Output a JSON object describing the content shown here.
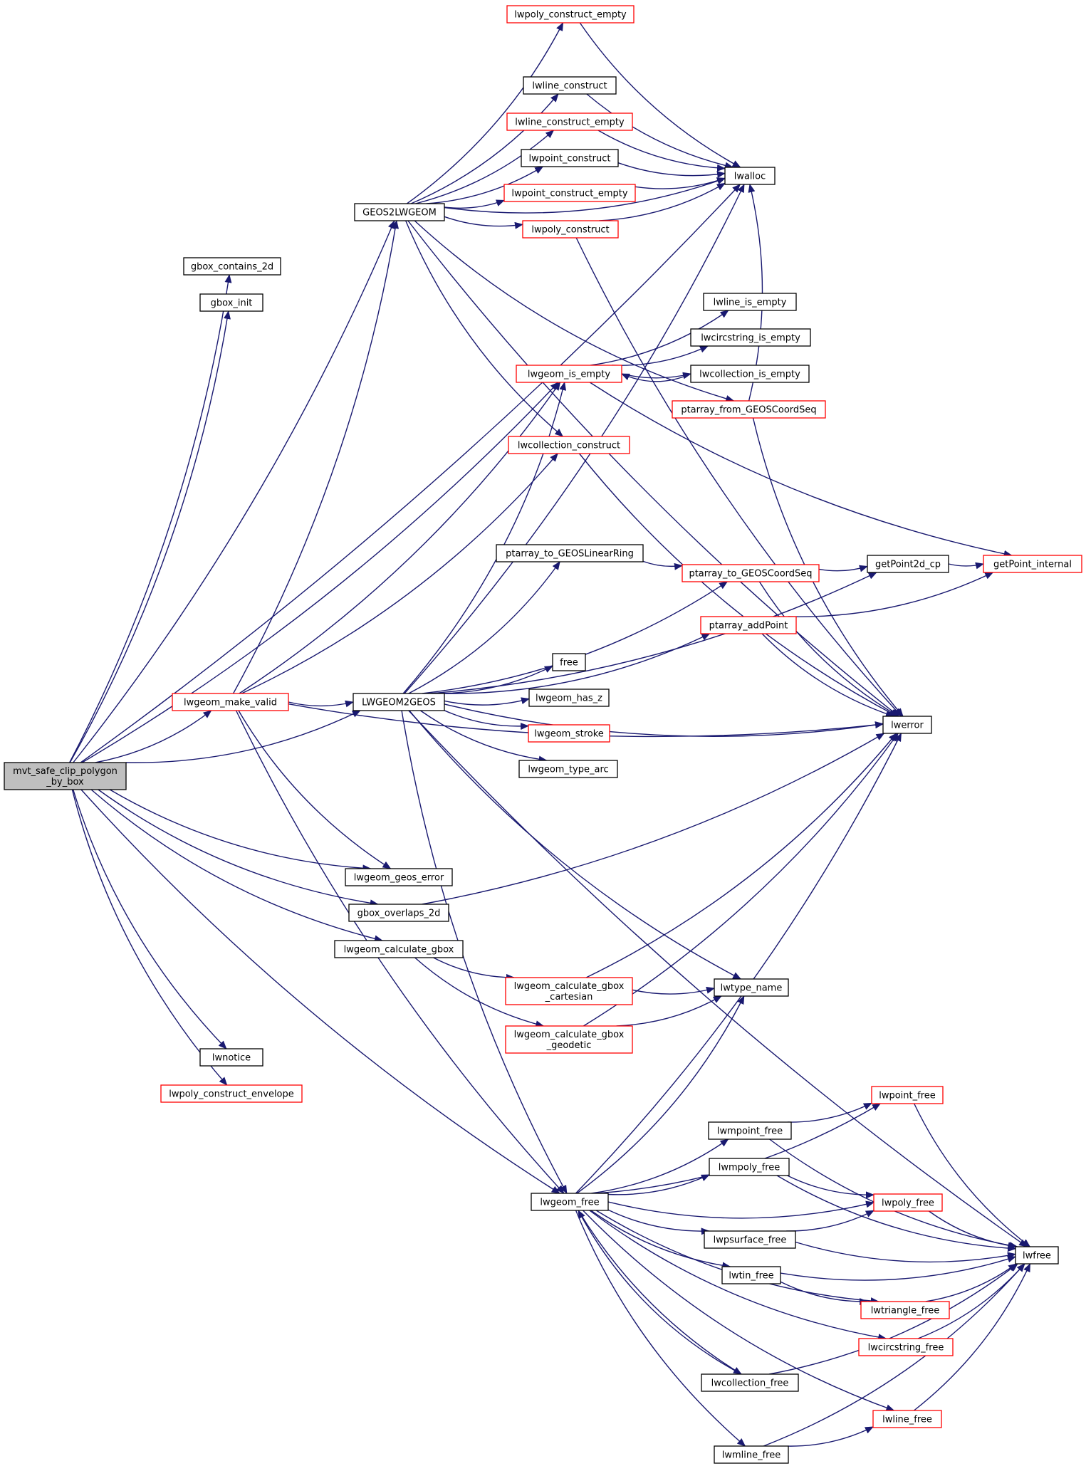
{
  "colors": {
    "edge": "#191970",
    "node_normal_border": "#000000",
    "node_truncated_border": "#ff0000",
    "root_fill": "#bfbfbf",
    "node_fill": "#ffffff"
  },
  "nodes": {
    "mvt_safe_clip": {
      "lines": [
        "mvt_safe_clip_polygon",
        "_by_box"
      ],
      "style": "root"
    },
    "gbox_contains_2d": {
      "lines": [
        "gbox_contains_2d"
      ],
      "style": "normal"
    },
    "gbox_init": {
      "lines": [
        "gbox_init"
      ],
      "style": "normal"
    },
    "GEOS2LWGEOM": {
      "lines": [
        "GEOS2LWGEOM"
      ],
      "style": "normal"
    },
    "lwgeom_make_valid": {
      "lines": [
        "lwgeom_make_valid"
      ],
      "style": "truncated"
    },
    "LWGEOM2GEOS": {
      "lines": [
        "LWGEOM2GEOS"
      ],
      "style": "normal"
    },
    "lwgeom_geos_error": {
      "lines": [
        "lwgeom_geos_error"
      ],
      "style": "normal"
    },
    "gbox_overlaps_2d": {
      "lines": [
        "gbox_overlaps_2d"
      ],
      "style": "normal"
    },
    "lwgeom_calculate_gbox": {
      "lines": [
        "lwgeom_calculate_gbox"
      ],
      "style": "normal"
    },
    "lwnotice": {
      "lines": [
        "lwnotice"
      ],
      "style": "normal"
    },
    "lwpoly_construct_envelope": {
      "lines": [
        "lwpoly_construct_envelope"
      ],
      "style": "truncated"
    },
    "lwpoly_construct_empty": {
      "lines": [
        "lwpoly_construct_empty"
      ],
      "style": "truncated"
    },
    "lwline_construct": {
      "lines": [
        "lwline_construct"
      ],
      "style": "normal"
    },
    "lwline_construct_empty": {
      "lines": [
        "lwline_construct_empty"
      ],
      "style": "truncated"
    },
    "lwpoint_construct": {
      "lines": [
        "lwpoint_construct"
      ],
      "style": "normal"
    },
    "lwpoint_construct_empty": {
      "lines": [
        "lwpoint_construct_empty"
      ],
      "style": "truncated"
    },
    "lwpoly_construct": {
      "lines": [
        "lwpoly_construct"
      ],
      "style": "truncated"
    },
    "lwalloc": {
      "lines": [
        "lwalloc"
      ],
      "style": "normal"
    },
    "lwline_is_empty": {
      "lines": [
        "lwline_is_empty"
      ],
      "style": "normal"
    },
    "lwcircstring_is_empty": {
      "lines": [
        "lwcircstring_is_empty"
      ],
      "style": "normal"
    },
    "lwgeom_is_empty": {
      "lines": [
        "lwgeom_is_empty"
      ],
      "style": "truncated"
    },
    "lwcollection_is_empty": {
      "lines": [
        "lwcollection_is_empty"
      ],
      "style": "normal"
    },
    "ptarray_from_GEOSCoordSeq": {
      "lines": [
        "ptarray_from_GEOSCoordSeq"
      ],
      "style": "truncated"
    },
    "lwcollection_construct": {
      "lines": [
        "lwcollection_construct"
      ],
      "style": "truncated"
    },
    "ptarray_to_GEOSLinearRing": {
      "lines": [
        "ptarray_to_GEOSLinearRing"
      ],
      "style": "normal"
    },
    "ptarray_to_GEOSCoordSeq": {
      "lines": [
        "ptarray_to_GEOSCoordSeq"
      ],
      "style": "truncated"
    },
    "getPoint2d_cp": {
      "lines": [
        "getPoint2d_cp"
      ],
      "style": "normal"
    },
    "getPoint_internal": {
      "lines": [
        "getPoint_internal"
      ],
      "style": "truncated"
    },
    "ptarray_addPoint": {
      "lines": [
        "ptarray_addPoint"
      ],
      "style": "truncated"
    },
    "free": {
      "lines": [
        "free"
      ],
      "style": "normal"
    },
    "lwgeom_has_z": {
      "lines": [
        "lwgeom_has_z"
      ],
      "style": "normal"
    },
    "lwgeom_stroke": {
      "lines": [
        "lwgeom_stroke"
      ],
      "style": "truncated"
    },
    "lwgeom_type_arc": {
      "lines": [
        "lwgeom_type_arc"
      ],
      "style": "normal"
    },
    "lwerror": {
      "lines": [
        "lwerror"
      ],
      "style": "normal"
    },
    "lwgeom_calculate_gbox_cartesian": {
      "lines": [
        "lwgeom_calculate_gbox",
        "_cartesian"
      ],
      "style": "truncated"
    },
    "lwtype_name": {
      "lines": [
        "lwtype_name"
      ],
      "style": "normal"
    },
    "lwgeom_calculate_gbox_geodetic": {
      "lines": [
        "lwgeom_calculate_gbox",
        "_geodetic"
      ],
      "style": "truncated"
    },
    "lwpoint_free": {
      "lines": [
        "lwpoint_free"
      ],
      "style": "truncated"
    },
    "lwmpoint_free": {
      "lines": [
        "lwmpoint_free"
      ],
      "style": "normal"
    },
    "lwmpoly_free": {
      "lines": [
        "lwmpoly_free"
      ],
      "style": "normal"
    },
    "lwgeom_free": {
      "lines": [
        "lwgeom_free"
      ],
      "style": "normal"
    },
    "lwpoly_free": {
      "lines": [
        "lwpoly_free"
      ],
      "style": "truncated"
    },
    "lwpsurface_free": {
      "lines": [
        "lwpsurface_free"
      ],
      "style": "normal"
    },
    "lwfree": {
      "lines": [
        "lwfree"
      ],
      "style": "normal"
    },
    "lwtin_free": {
      "lines": [
        "lwtin_free"
      ],
      "style": "normal"
    },
    "lwtriangle_free": {
      "lines": [
        "lwtriangle_free"
      ],
      "style": "truncated"
    },
    "lwcircstring_free": {
      "lines": [
        "lwcircstring_free"
      ],
      "style": "truncated"
    },
    "lwcollection_free": {
      "lines": [
        "lwcollection_free"
      ],
      "style": "normal"
    },
    "lwline_free": {
      "lines": [
        "lwline_free"
      ],
      "style": "truncated"
    },
    "lwmline_free": {
      "lines": [
        "lwmline_free"
      ],
      "style": "normal"
    }
  },
  "edges": [
    [
      "mvt_safe_clip",
      "gbox_contains_2d"
    ],
    [
      "mvt_safe_clip",
      "gbox_init"
    ],
    [
      "mvt_safe_clip",
      "GEOS2LWGEOM"
    ],
    [
      "mvt_safe_clip",
      "lwgeom_make_valid"
    ],
    [
      "mvt_safe_clip",
      "LWGEOM2GEOS"
    ],
    [
      "mvt_safe_clip",
      "lwgeom_geos_error"
    ],
    [
      "mvt_safe_clip",
      "gbox_overlaps_2d"
    ],
    [
      "mvt_safe_clip",
      "lwgeom_calculate_gbox"
    ],
    [
      "mvt_safe_clip",
      "lwnotice"
    ],
    [
      "mvt_safe_clip",
      "lwpoly_construct_envelope"
    ],
    [
      "mvt_safe_clip",
      "lwgeom_free"
    ],
    [
      "mvt_safe_clip",
      "lwalloc"
    ],
    [
      "mvt_safe_clip",
      "lwgeom_is_empty"
    ],
    [
      "GEOS2LWGEOM",
      "lwpoly_construct_empty"
    ],
    [
      "GEOS2LWGEOM",
      "lwline_construct"
    ],
    [
      "GEOS2LWGEOM",
      "lwline_construct_empty"
    ],
    [
      "GEOS2LWGEOM",
      "lwpoint_construct"
    ],
    [
      "GEOS2LWGEOM",
      "lwpoint_construct_empty"
    ],
    [
      "GEOS2LWGEOM",
      "lwpoly_construct"
    ],
    [
      "GEOS2LWGEOM",
      "lwalloc"
    ],
    [
      "GEOS2LWGEOM",
      "ptarray_from_GEOSCoordSeq"
    ],
    [
      "GEOS2LWGEOM",
      "lwcollection_construct"
    ],
    [
      "GEOS2LWGEOM",
      "lwerror"
    ],
    [
      "lwpoly_construct_empty",
      "lwalloc"
    ],
    [
      "lwline_construct",
      "lwalloc"
    ],
    [
      "lwline_construct_empty",
      "lwalloc"
    ],
    [
      "lwpoint_construct",
      "lwalloc"
    ],
    [
      "lwpoint_construct_empty",
      "lwalloc"
    ],
    [
      "lwpoly_construct",
      "lwalloc"
    ],
    [
      "lwpoly_construct",
      "lwerror"
    ],
    [
      "lwgeom_make_valid",
      "GEOS2LWGEOM"
    ],
    [
      "lwgeom_make_valid",
      "LWGEOM2GEOS"
    ],
    [
      "lwgeom_make_valid",
      "lwgeom_is_empty"
    ],
    [
      "lwgeom_make_valid",
      "lwcollection_construct"
    ],
    [
      "lwgeom_make_valid",
      "lwgeom_geos_error"
    ],
    [
      "lwgeom_make_valid",
      "lwerror"
    ],
    [
      "lwgeom_make_valid",
      "lwgeom_free"
    ],
    [
      "LWGEOM2GEOS",
      "lwalloc"
    ],
    [
      "LWGEOM2GEOS",
      "lwgeom_is_empty"
    ],
    [
      "LWGEOM2GEOS",
      "ptarray_to_GEOSLinearRing"
    ],
    [
      "LWGEOM2GEOS",
      "ptarray_to_GEOSCoordSeq"
    ],
    [
      "LWGEOM2GEOS",
      "ptarray_addPoint"
    ],
    [
      "LWGEOM2GEOS",
      "free"
    ],
    [
      "LWGEOM2GEOS",
      "lwgeom_has_z"
    ],
    [
      "LWGEOM2GEOS",
      "lwgeom_stroke"
    ],
    [
      "LWGEOM2GEOS",
      "lwgeom_type_arc"
    ],
    [
      "LWGEOM2GEOS",
      "lwerror"
    ],
    [
      "LWGEOM2GEOS",
      "lwtype_name"
    ],
    [
      "LWGEOM2GEOS",
      "lwfree"
    ],
    [
      "LWGEOM2GEOS",
      "lwgeom_free"
    ],
    [
      "LWGEOM2GEOS",
      "getPoint2d_cp"
    ],
    [
      "lwgeom_is_empty",
      "lwline_is_empty"
    ],
    [
      "lwgeom_is_empty",
      "lwcircstring_is_empty"
    ],
    [
      "lwgeom_is_empty",
      "lwcollection_is_empty"
    ],
    [
      "lwgeom_is_empty",
      "getPoint_internal"
    ],
    [
      "lwcollection_is_empty",
      "lwgeom_is_empty"
    ],
    [
      "ptarray_from_GEOSCoordSeq",
      "lwalloc"
    ],
    [
      "ptarray_from_GEOSCoordSeq",
      "lwerror"
    ],
    [
      "lwcollection_construct",
      "lwerror"
    ],
    [
      "ptarray_to_GEOSLinearRing",
      "ptarray_to_GEOSCoordSeq"
    ],
    [
      "ptarray_to_GEOSCoordSeq",
      "getPoint2d_cp"
    ],
    [
      "ptarray_to_GEOSCoordSeq",
      "lwerror"
    ],
    [
      "getPoint2d_cp",
      "getPoint_internal"
    ],
    [
      "ptarray_addPoint",
      "getPoint_internal"
    ],
    [
      "ptarray_addPoint",
      "lwerror"
    ],
    [
      "gbox_overlaps_2d",
      "lwerror"
    ],
    [
      "lwgeom_calculate_gbox",
      "lwgeom_calculate_gbox_cartesian"
    ],
    [
      "lwgeom_calculate_gbox",
      "lwgeom_calculate_gbox_geodetic"
    ],
    [
      "lwgeom_calculate_gbox_cartesian",
      "lwerror"
    ],
    [
      "lwgeom_calculate_gbox_cartesian",
      "lwtype_name"
    ],
    [
      "lwgeom_calculate_gbox_geodetic",
      "lwtype_name"
    ],
    [
      "lwgeom_calculate_gbox_geodetic",
      "lwerror"
    ],
    [
      "lwgeom_free",
      "lwtype_name"
    ],
    [
      "lwgeom_free",
      "lwerror"
    ],
    [
      "lwgeom_free",
      "lwpoint_free"
    ],
    [
      "lwgeom_free",
      "lwmpoint_free"
    ],
    [
      "lwgeom_free",
      "lwmpoly_free"
    ],
    [
      "lwgeom_free",
      "lwpoly_free"
    ],
    [
      "lwgeom_free",
      "lwpsurface_free"
    ],
    [
      "lwgeom_free",
      "lwtin_free"
    ],
    [
      "lwgeom_free",
      "lwtriangle_free"
    ],
    [
      "lwgeom_free",
      "lwcircstring_free"
    ],
    [
      "lwgeom_free",
      "lwcollection_free"
    ],
    [
      "lwgeom_free",
      "lwline_free"
    ],
    [
      "lwgeom_free",
      "lwmline_free"
    ],
    [
      "lwpoint_free",
      "lwfree"
    ],
    [
      "lwmpoint_free",
      "lwpoint_free"
    ],
    [
      "lwmpoint_free",
      "lwfree"
    ],
    [
      "lwmpoly_free",
      "lwpoly_free"
    ],
    [
      "lwmpoly_free",
      "lwfree"
    ],
    [
      "lwpoly_free",
      "lwfree"
    ],
    [
      "lwpsurface_free",
      "lwpoly_free"
    ],
    [
      "lwpsurface_free",
      "lwfree"
    ],
    [
      "lwtin_free",
      "lwtriangle_free"
    ],
    [
      "lwtin_free",
      "lwfree"
    ],
    [
      "lwtriangle_free",
      "lwfree"
    ],
    [
      "lwcircstring_free",
      "lwfree"
    ],
    [
      "lwcollection_free",
      "lwgeom_free"
    ],
    [
      "lwcollection_free",
      "lwfree"
    ],
    [
      "lwline_free",
      "lwfree"
    ],
    [
      "lwmline_free",
      "lwline_free"
    ],
    [
      "lwmline_free",
      "lwfree"
    ]
  ]
}
